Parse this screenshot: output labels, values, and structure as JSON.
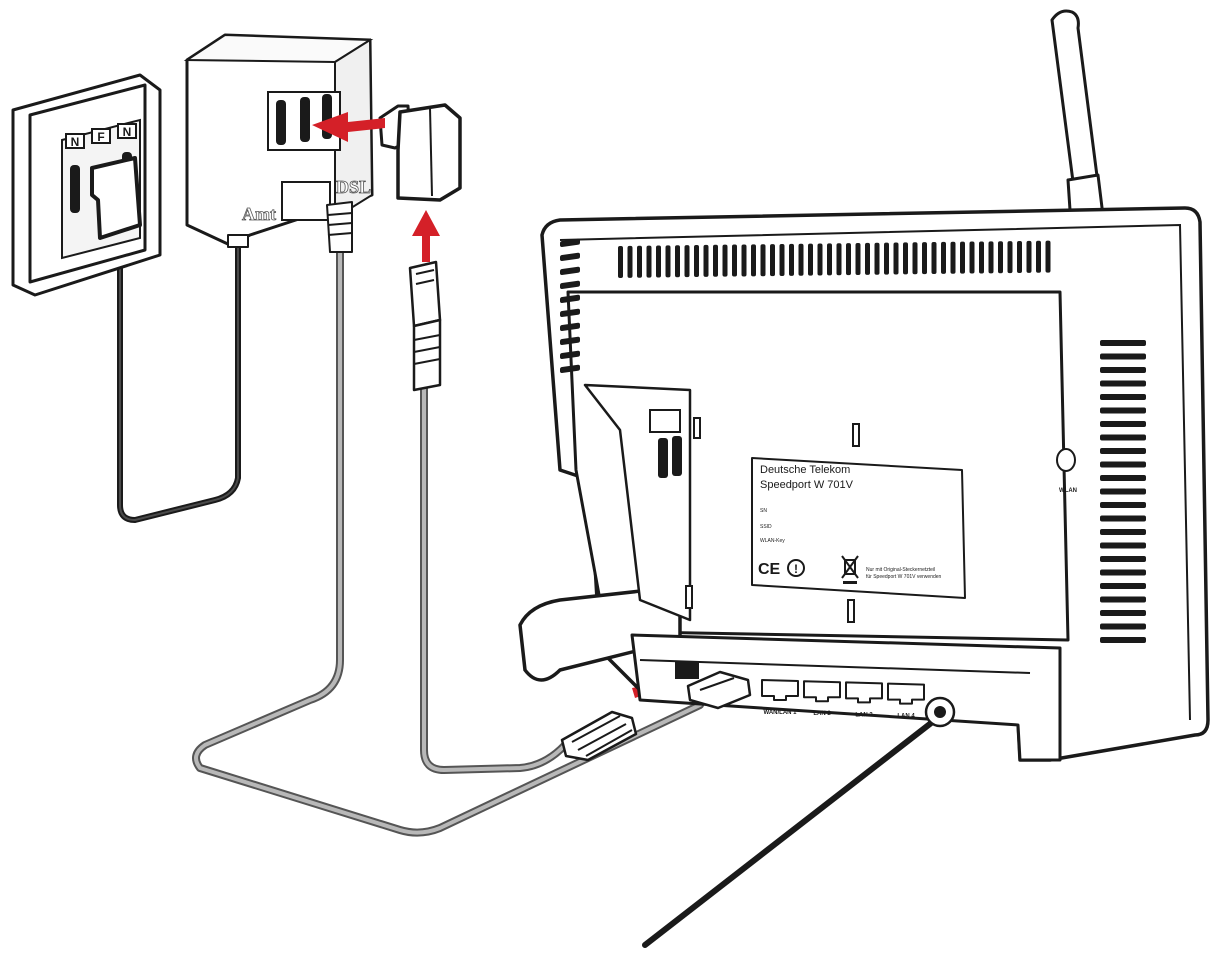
{
  "colors": {
    "arrow": "#d42028",
    "line": "#1a1a1a",
    "cable_grey": "#555555"
  },
  "wall_socket": {
    "port_labels": [
      "N",
      "F",
      "N"
    ]
  },
  "splitter": {
    "port_labels": [
      "",
      "",
      ""
    ],
    "amt_label": "Amt",
    "dsl_label": "DSL"
  },
  "router": {
    "label_line1": "Deutsche Telekom",
    "label_line2": "Speedport W 701V",
    "field_sn": "SN",
    "field_ssid": "SSID",
    "field_wlan_key": "WLAN-Key",
    "ce_mark": "CE",
    "info_mark": "!",
    "notice_line1": "Nur mit Original-Steckernetzteil",
    "notice_line2": "für Speedport W 701V verwenden",
    "wlan_button_label": "WLAN",
    "port_labels": [
      "WAN/LAN 1",
      "LAN 2",
      "LAN 3",
      "LAN 4"
    ]
  }
}
